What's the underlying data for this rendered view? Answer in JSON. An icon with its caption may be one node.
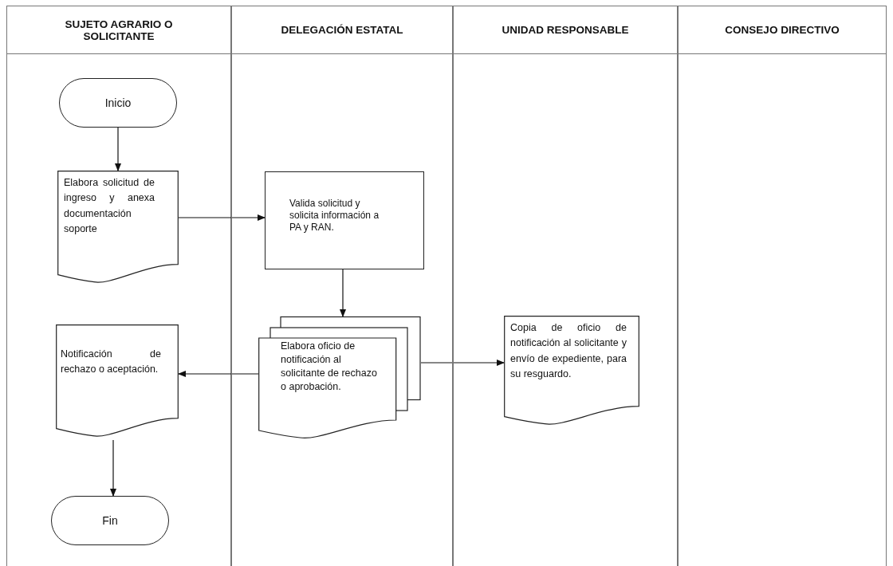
{
  "diagram": {
    "nodes": [
      {
        "text": [
          "SUJETO AGRARIO O SOLICITANTE"
        ]
      },
      {
        "text": [
          "DELEGACIÓN ESTATAL"
        ]
      },
      {
        "text": [
          "UNIDAD RESPONSABLE"
        ]
      },
      {
        "text": [
          "CONSEJO DIRECTIVO"
        ]
      },
      {
        "text": [
          "Inicio"
        ],
        "in": 0
      },
      {
        "text": [
          "Elabora solicitud de ingreso y anexa documentación soporte"
        ],
        "in": 0
      },
      {
        "text": [
          "Valida solicitud y solicita información a PA y RAN."
        ],
        "in": 1
      },
      {
        "text": [
          "Elabora oficio de notificación al solicitante de rechazo o aprobación."
        ],
        "in": 1
      },
      {
        "text": [
          "Notificación de rechazo o aceptación."
        ],
        "in": 0
      },
      {
        "text": [
          "Fin"
        ],
        "in": 0
      },
      {
        "text": [
          "Copia de oficio de notificación al solicitante y envío de expediente, para su resguardo."
        ],
        "in": 2
      }
    ],
    "edges": [
      {
        "from": 4,
        "to": 5,
        "arrow": "to"
      },
      {
        "from": 5,
        "to": 6,
        "arrow": "to"
      },
      {
        "from": 6,
        "to": 7,
        "arrow": "to"
      },
      {
        "from": 7,
        "to": 8,
        "arrow": "to"
      },
      {
        "from": 7,
        "to": 10,
        "arrow": "to"
      },
      {
        "from": 8,
        "to": 9,
        "arrow": "to"
      }
    ]
  }
}
